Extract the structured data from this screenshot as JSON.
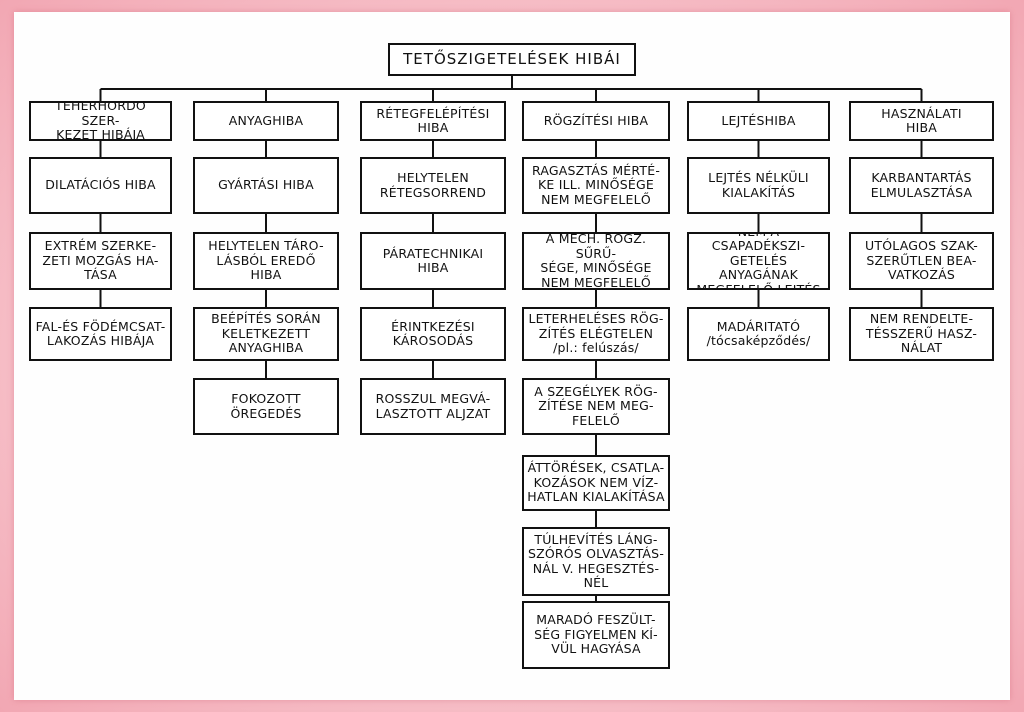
{
  "title": "TETŐSZIGETELÉSEK HIBÁI",
  "columns": [
    {
      "heading": "TEHERHORDÓ SZER-\nKEZET HIBÁJA",
      "items": [
        "DILATÁCIÓS HIBA",
        "EXTRÉM SZERKE-\nZETI MOZGÁS HA-\nTÁSA",
        "FAL-ÉS FÖDÉMCSAT-\nLAKOZÁS HIBÁJA"
      ]
    },
    {
      "heading": "ANYAGHIBA",
      "items": [
        "GYÁRTÁSI HIBA",
        "HELYTELEN TÁRO-\nLÁSBÓL EREDŐ\nHIBA",
        "BEÉPÍTÉS SORÁN\nKELETKEZETT\nANYAGHIBA",
        "FOKOZOTT\nÖREGEDÉS"
      ]
    },
    {
      "heading": "RÉTEGFELÉPÍTÉSI\nHIBA",
      "items": [
        "HELYTELEN\nRÉTEGSORREND",
        "PÁRATECHNIKAI\nHIBA",
        "ÉRINTKEZÉSI\nKÁROSODÁS",
        "ROSSZUL MEGVÁ-\nLASZTOTT ALJZAT"
      ]
    },
    {
      "heading": "RÖGZÍTÉSI HIBA",
      "items": [
        "RAGASZTÁS MÉRTÉ-\nKE ILL. MINŐSÉGE\nNEM MEGFELELŐ",
        "A MECH. RÖGZ. SŰRŰ-\nSÉGE, MINŐSÉGE\nNEM MEGFELELŐ",
        "LETERHELÉSES RÖG-\nZÍTÉS ELÉGTELEN\n/pl.: felúszás/",
        "A SZEGÉLYEK RÖG-\nZÍTÉSE NEM MEG-\nFELELŐ",
        "ÁTTÖRÉSEK, CSATLA-\nKOZÁSOK NEM VÍZ-\nHATLAN KIALAKÍTÁSA",
        "TÚLHEVÍTÉS LÁNG-\nSZÓRÓS OLVASZTÁS-\nNÁL V. HEGESZTÉS-\nNÉL",
        "MARADÓ FESZÜLT-\nSÉG FIGYELMEN KÍ-\nVÜL HAGYÁSA"
      ]
    },
    {
      "heading": "LEJTÉSHIBA",
      "items": [
        "LEJTÉS NÉLKÜLI\nKIALAKÍTÁS",
        "NEM A CSAPADÉKSZI-\nGETELÉS ANYAGÁNAK\nMEGFELELŐ LEJTÉS",
        "MADÁRITATÓ\n/tócsaképződés/"
      ]
    },
    {
      "heading": "HASZNÁLATI\nHIBA",
      "items": [
        "KARBANTARTÁS\nELMULASZTÁSA",
        "UTÓLAGOS SZAK-\nSZERŰTLEN BEA-\nVATKOZÁS",
        "NEM RENDELTE-\nTÉSSZERŰ HASZ-\nNÁLAT"
      ]
    }
  ]
}
